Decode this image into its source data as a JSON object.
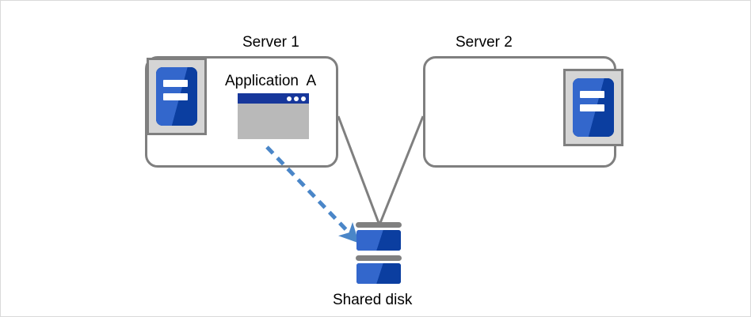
{
  "diagram": {
    "title_server1": "Server 1",
    "title_server2": "Server 2",
    "application_label": "Application  A",
    "shared_disk_label": "Shared disk",
    "colors": {
      "box_border": "#7f7f7f",
      "connector_line": "#7f7f7f",
      "arrow_blue": "#4a86c8",
      "icon_blue_light": "#3367cc",
      "icon_blue_dark": "#0b3ea0",
      "titlebar_navy": "#17379b",
      "window_body_gray": "#b9b9b9",
      "disk_cap_gray": "#808080",
      "icon_chassis_gray": "#d5d5d5",
      "frame_border": "#d9d9d9"
    },
    "icons": {
      "server1": "server-machine-icon",
      "server2": "server-machine-icon",
      "application": "application-window-icon",
      "disk": "shared-disk-icon",
      "access_arrow": "dashed-arrow-icon"
    },
    "connectors": [
      {
        "name": "server1-to-disk",
        "style": "solid",
        "color": "#7f7f7f"
      },
      {
        "name": "server2-to-disk",
        "style": "solid",
        "color": "#7f7f7f"
      },
      {
        "name": "application-a-to-disk",
        "style": "dashed",
        "color": "#4a86c8"
      }
    ]
  }
}
